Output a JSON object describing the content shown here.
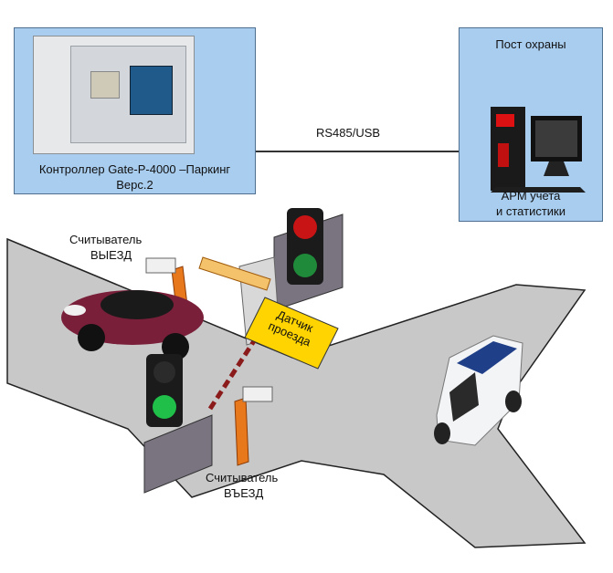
{
  "controller": {
    "title_line1": "Контроллер Gate-P-4000 –Паркинг",
    "title_line2": "Верс.2"
  },
  "guard_post": {
    "title": "Пост охраны",
    "workstation_line1": "АРМ учета",
    "workstation_line2": "и статистики"
  },
  "link_label": "RS485/USB",
  "reader_exit": {
    "line1": "Считыватель",
    "line2": "ВЫЕЗД"
  },
  "reader_entry": {
    "line1": "Считыватель",
    "line2": "ВЪЕЗД"
  },
  "sensor_sign": {
    "line1": "Датчик",
    "line2": "проезда"
  },
  "colors": {
    "box_fill": "#a9cdef",
    "road": "#c8c8c8",
    "sign": "#ffd400",
    "reader": "#e8781c",
    "loop": "#8b1a1a"
  }
}
